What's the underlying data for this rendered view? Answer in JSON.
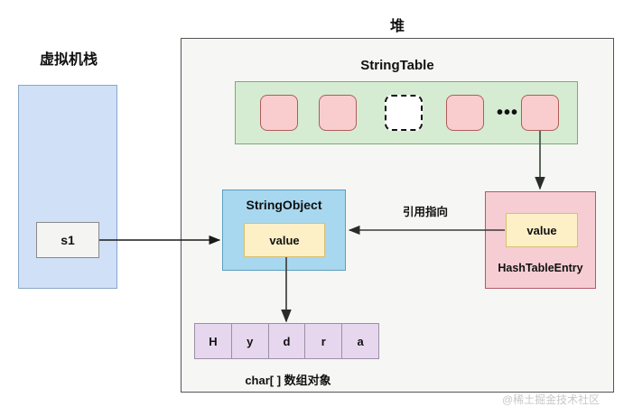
{
  "diagram": {
    "stack": {
      "title": "虚拟机栈",
      "frame_var": "s1"
    },
    "heap": {
      "title": "堆",
      "string_table": {
        "title": "StringTable",
        "slots": [
          {
            "state": "filled",
            "label": ""
          },
          {
            "state": "filled",
            "label": ""
          },
          {
            "state": "empty",
            "label": ""
          },
          {
            "state": "filled",
            "label": ""
          },
          {
            "state": "filled",
            "label": ""
          }
        ],
        "ellipsis": "•••"
      },
      "string_object": {
        "title": "StringObject",
        "field": "value"
      },
      "hash_table_entry": {
        "title": "HashTableEntry",
        "field": "value"
      },
      "reference_arrow_label": "引用指向",
      "char_array": {
        "cells": [
          "H",
          "y",
          "d",
          "r",
          "a"
        ],
        "caption": "char[ ] 数组对象"
      }
    },
    "watermark": "@稀土掘金技术社区",
    "colors": {
      "stack_fill": "#cfe0f7",
      "stack_border": "#8aa8c9",
      "heap_fill": "#f6f6f4",
      "heap_border": "#555555",
      "stringtable_fill": "#d6ecd2",
      "stringtable_border": "#7aab74",
      "slot_fill": "#f9cdcd",
      "slot_border": "#b05b5b",
      "stringobject_fill": "#a8d8ef",
      "stringobject_border": "#5a9ec0",
      "hashentry_fill": "#f5cdd2",
      "hashentry_border": "#b05b68",
      "value_fill": "#fdf0c7",
      "value_border": "#d9bf72",
      "chararr_fill": "#e6d7ee",
      "chararr_border": "#9b8fa6",
      "arrow": "#3a3a3a",
      "watermark": "#c8c8c8"
    }
  }
}
